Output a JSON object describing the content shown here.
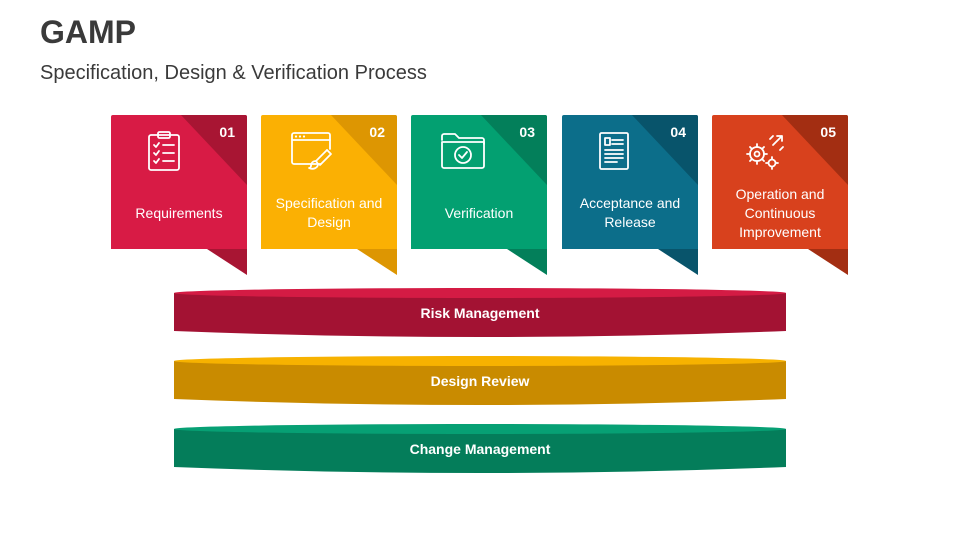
{
  "slide": {
    "title": "GAMP",
    "subtitle": "Specification, Design & Verification Process"
  },
  "steps": [
    {
      "number": "01",
      "label": "Requirements",
      "icon": "clipboard-checklist-icon",
      "color": "#d81b45",
      "dark": "#a81533"
    },
    {
      "number": "02",
      "label": "Specification and Design",
      "icon": "design-window-brush-icon",
      "color": "#fbb003",
      "dark": "#dd9602"
    },
    {
      "number": "03",
      "label": "Verification",
      "icon": "folder-check-icon",
      "color": "#03a071",
      "dark": "#037f5a"
    },
    {
      "number": "04",
      "label": "Acceptance and Release",
      "icon": "document-report-icon",
      "color": "#0c6e8a",
      "dark": "#08546b"
    },
    {
      "number": "05",
      "label": "Operation and Continuous Improvement",
      "icon": "gears-improvement-icon",
      "color": "#d8411d",
      "dark": "#a32e12"
    }
  ],
  "bands": [
    {
      "label": "Risk Management",
      "color": "#a31233",
      "top_color": "#d41b44"
    },
    {
      "label": "Design Review",
      "color": "#c98b00",
      "top_color": "#f7b200"
    },
    {
      "label": "Change Management",
      "color": "#047d5a",
      "top_color": "#07a074"
    }
  ]
}
